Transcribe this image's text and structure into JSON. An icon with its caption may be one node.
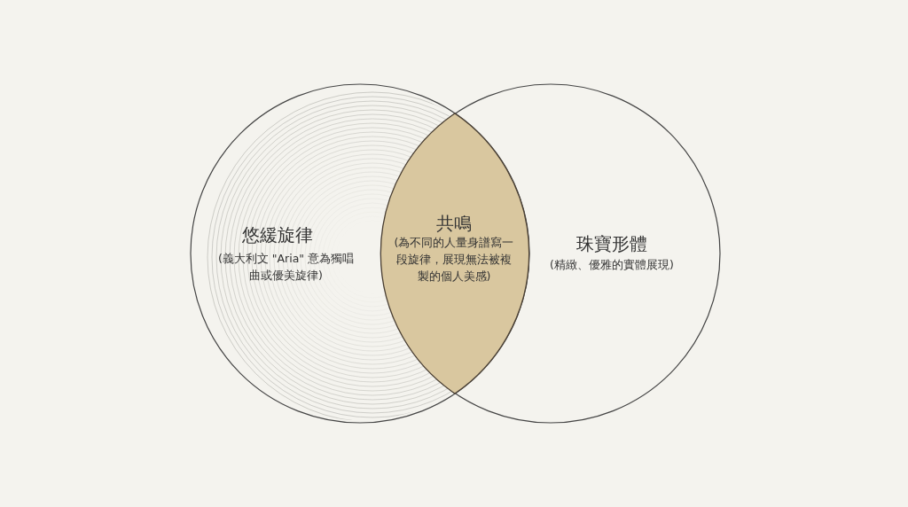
{
  "diagram": {
    "nodes": [
      {
        "text": [
          "悠緩旋律",
          "(義大利文 \"Aria\" 意為獨唱曲或優美旋律)"
        ]
      },
      {
        "text": [
          "珠寶形體",
          "(精緻、優雅的實體展現)"
        ]
      },
      {
        "text": [
          "共鳴",
          "(為不同的人量身譜寫一段旋律，展現無法被複製的個人美感)"
        ]
      }
    ]
  }
}
